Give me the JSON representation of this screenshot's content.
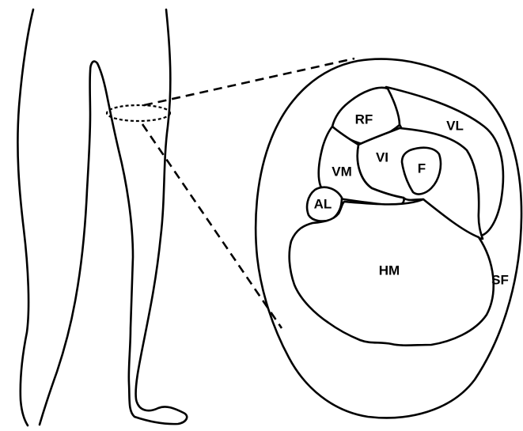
{
  "labels": {
    "rf": "RF",
    "vl": "VL",
    "vi": "VI",
    "f": "F",
    "vm": "VM",
    "al": "AL",
    "hm": "HM",
    "sf": "SF"
  }
}
